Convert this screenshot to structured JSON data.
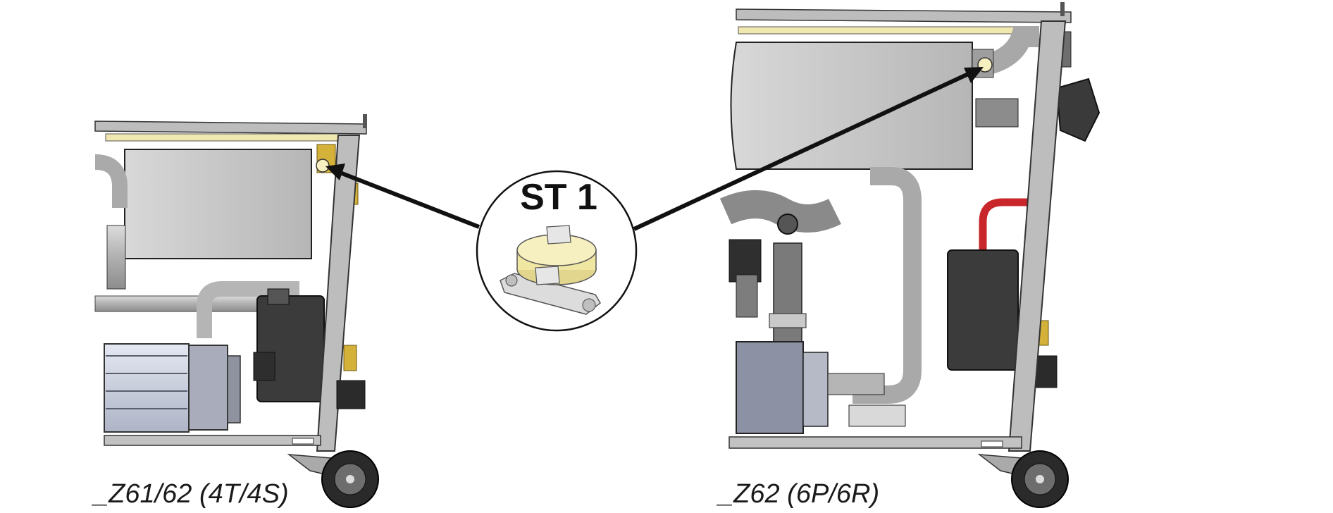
{
  "callout": {
    "label": "ST 1"
  },
  "captions": {
    "left": "_Z61/62 (4T/4S)",
    "right": "_Z62 (6P/6R)"
  },
  "colors": {
    "frame": "#9a9a9a",
    "tank": "#c4c4c4",
    "sensor": "#efe6a2",
    "pipe": "#b9b9b9",
    "valve": "#3b3b3b",
    "brass": "#d4b23a",
    "red_hose": "#c8262b"
  }
}
